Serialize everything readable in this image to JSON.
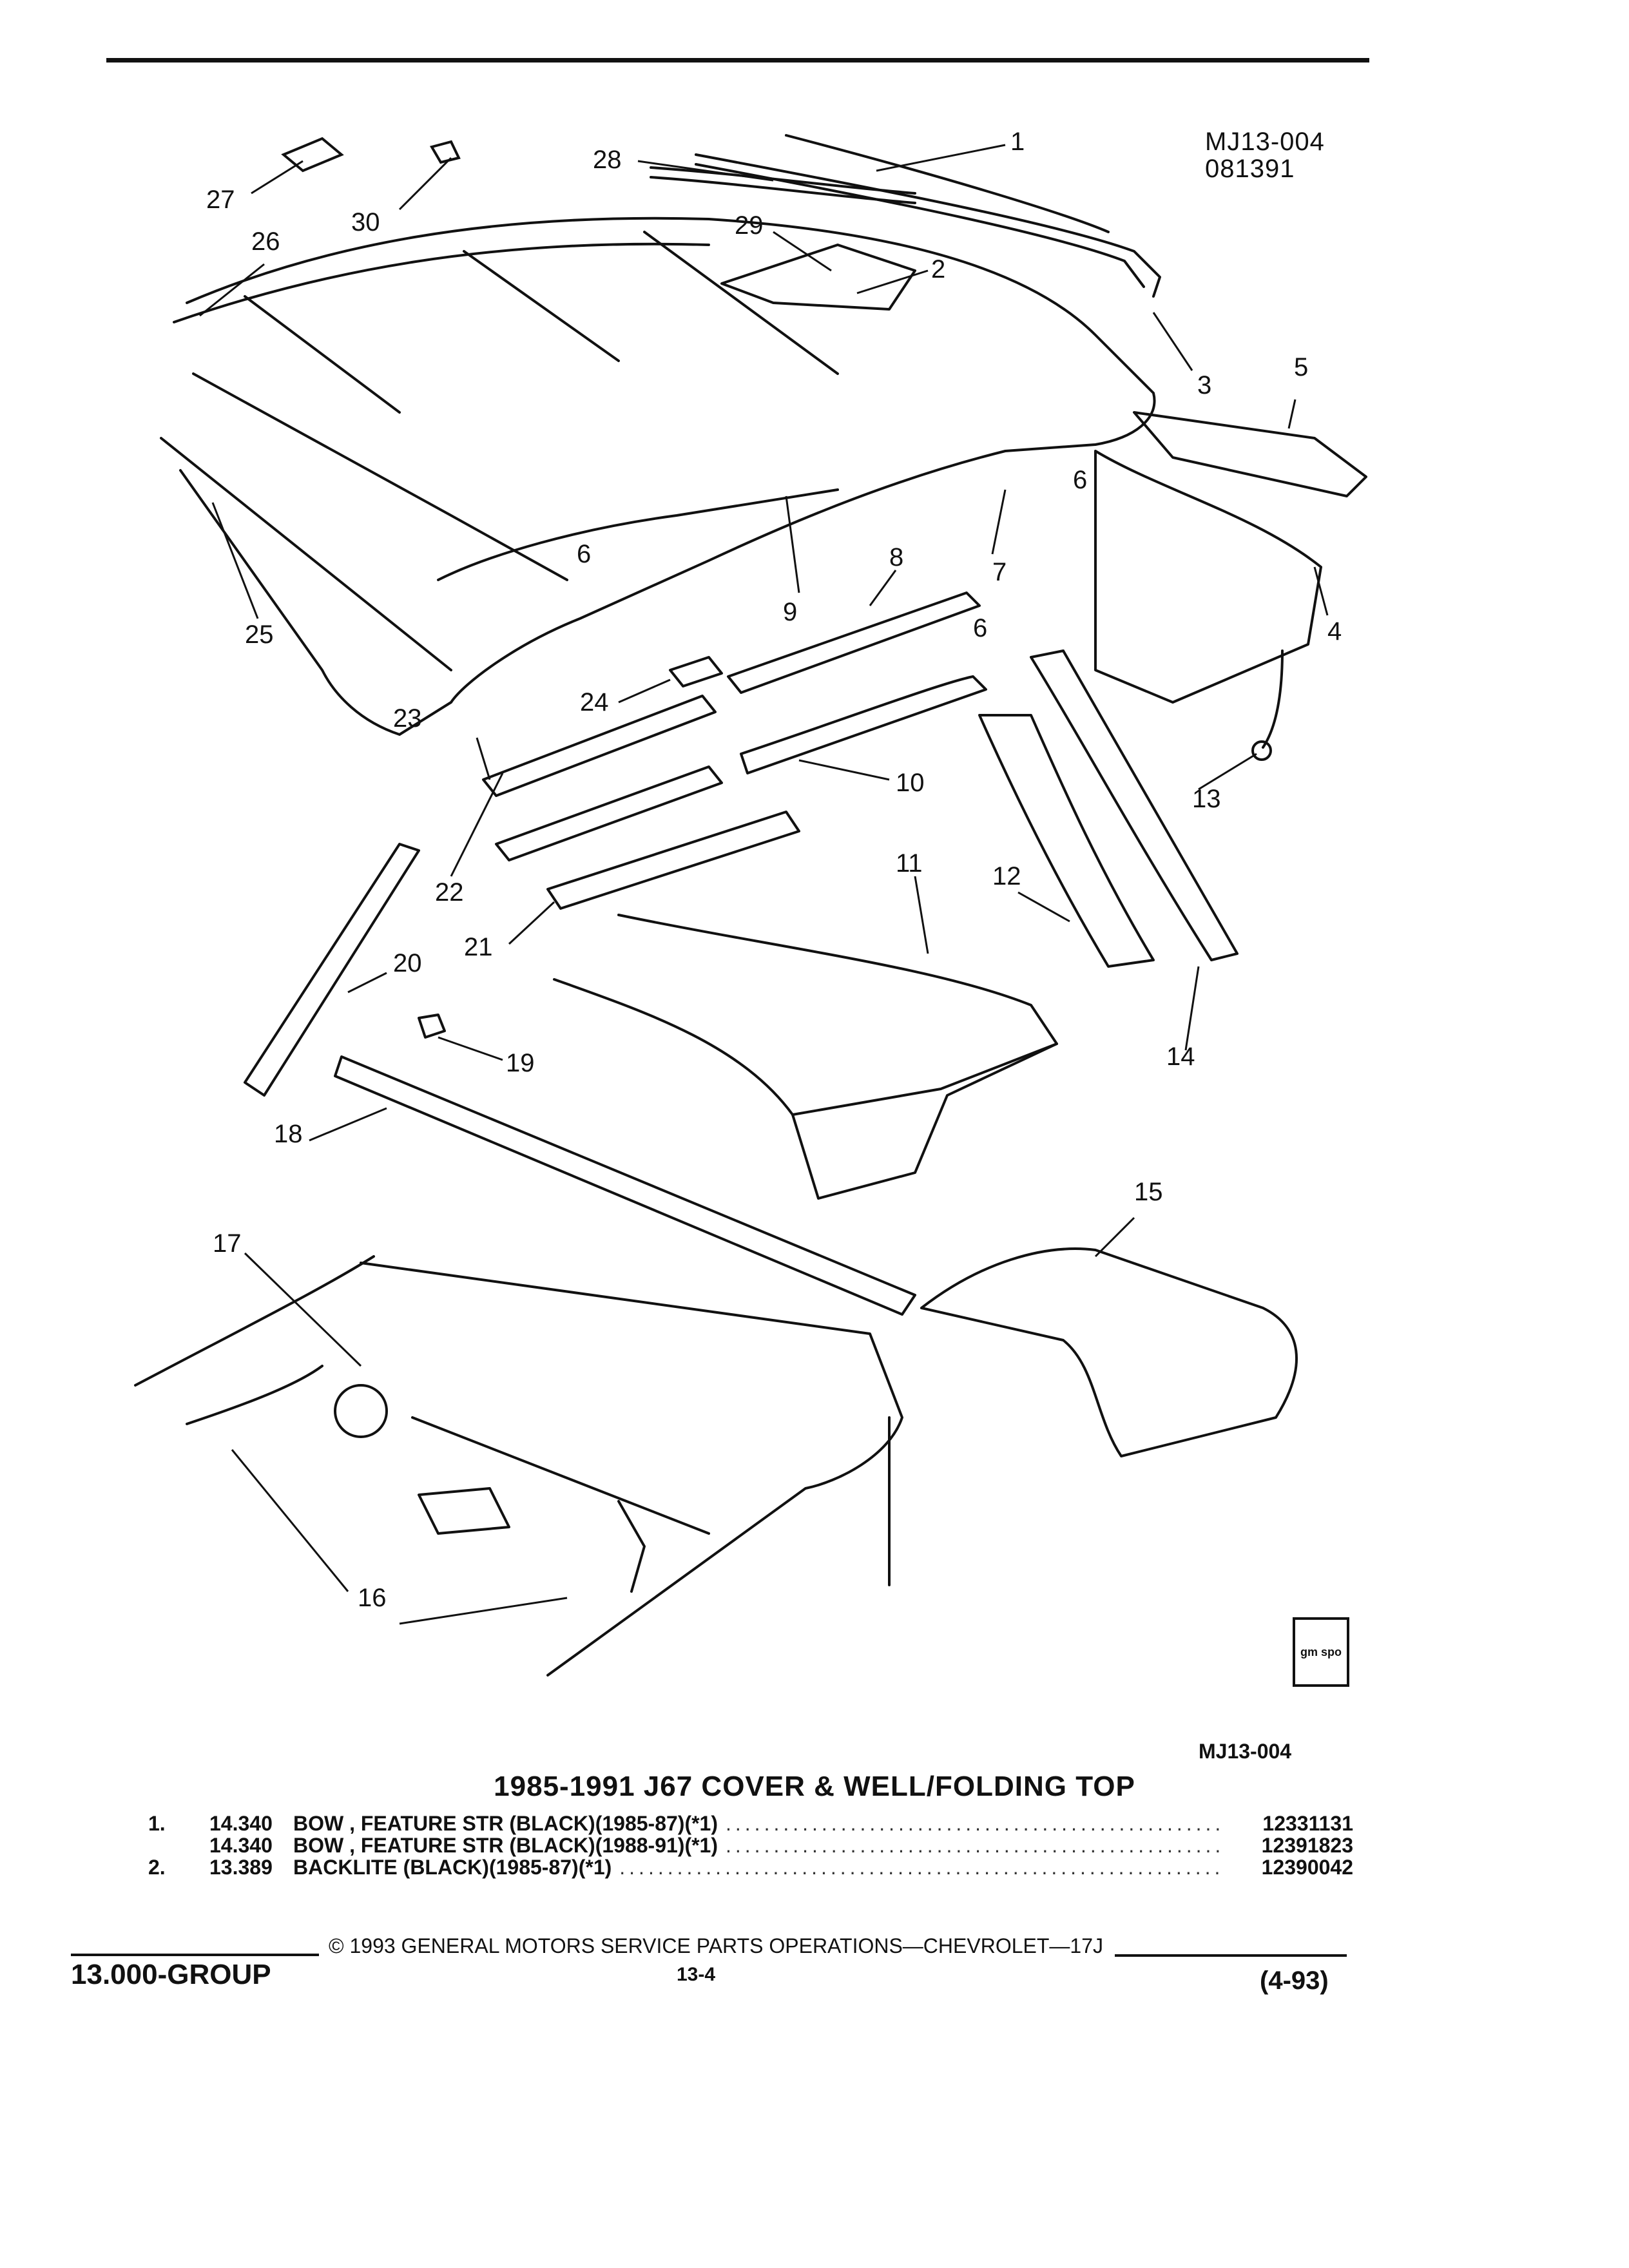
{
  "figure": {
    "id": "MJ13-004",
    "date_code": "081391",
    "bottom_id": "MJ13-004",
    "callouts": [
      "1",
      "2",
      "3",
      "4",
      "5",
      "6",
      "6",
      "6",
      "7",
      "8",
      "9",
      "10",
      "11",
      "12",
      "13",
      "14",
      "15",
      "16",
      "17",
      "18",
      "19",
      "20",
      "21",
      "22",
      "23",
      "24",
      "25",
      "26",
      "27",
      "28",
      "29",
      "30"
    ]
  },
  "section_title": "1985-1991 J67 COVER & WELL/FOLDING TOP",
  "parts": [
    {
      "item": "1.",
      "code": "14.340",
      "description": "BOW , FEATURE STR (BLACK)(1985-87)(*1)",
      "part_number": "12331131"
    },
    {
      "item": "",
      "code": "14.340",
      "description": "BOW , FEATURE STR (BLACK)(1988-91)(*1)",
      "part_number": "12391823"
    },
    {
      "item": "2.",
      "code": "13.389",
      "description": "BACKLITE (BLACK)(1985-87)(*1)",
      "part_number": "12390042"
    }
  ],
  "footer": {
    "group": "13.000-GROUP",
    "copyright": "© 1993 GENERAL MOTORS SERVICE PARTS OPERATIONS—CHEVROLET—17J",
    "page": "13-4",
    "revision": "(4-93)"
  },
  "logo": {
    "icon": "gm-spo-logo-icon",
    "text": "gm spo"
  }
}
